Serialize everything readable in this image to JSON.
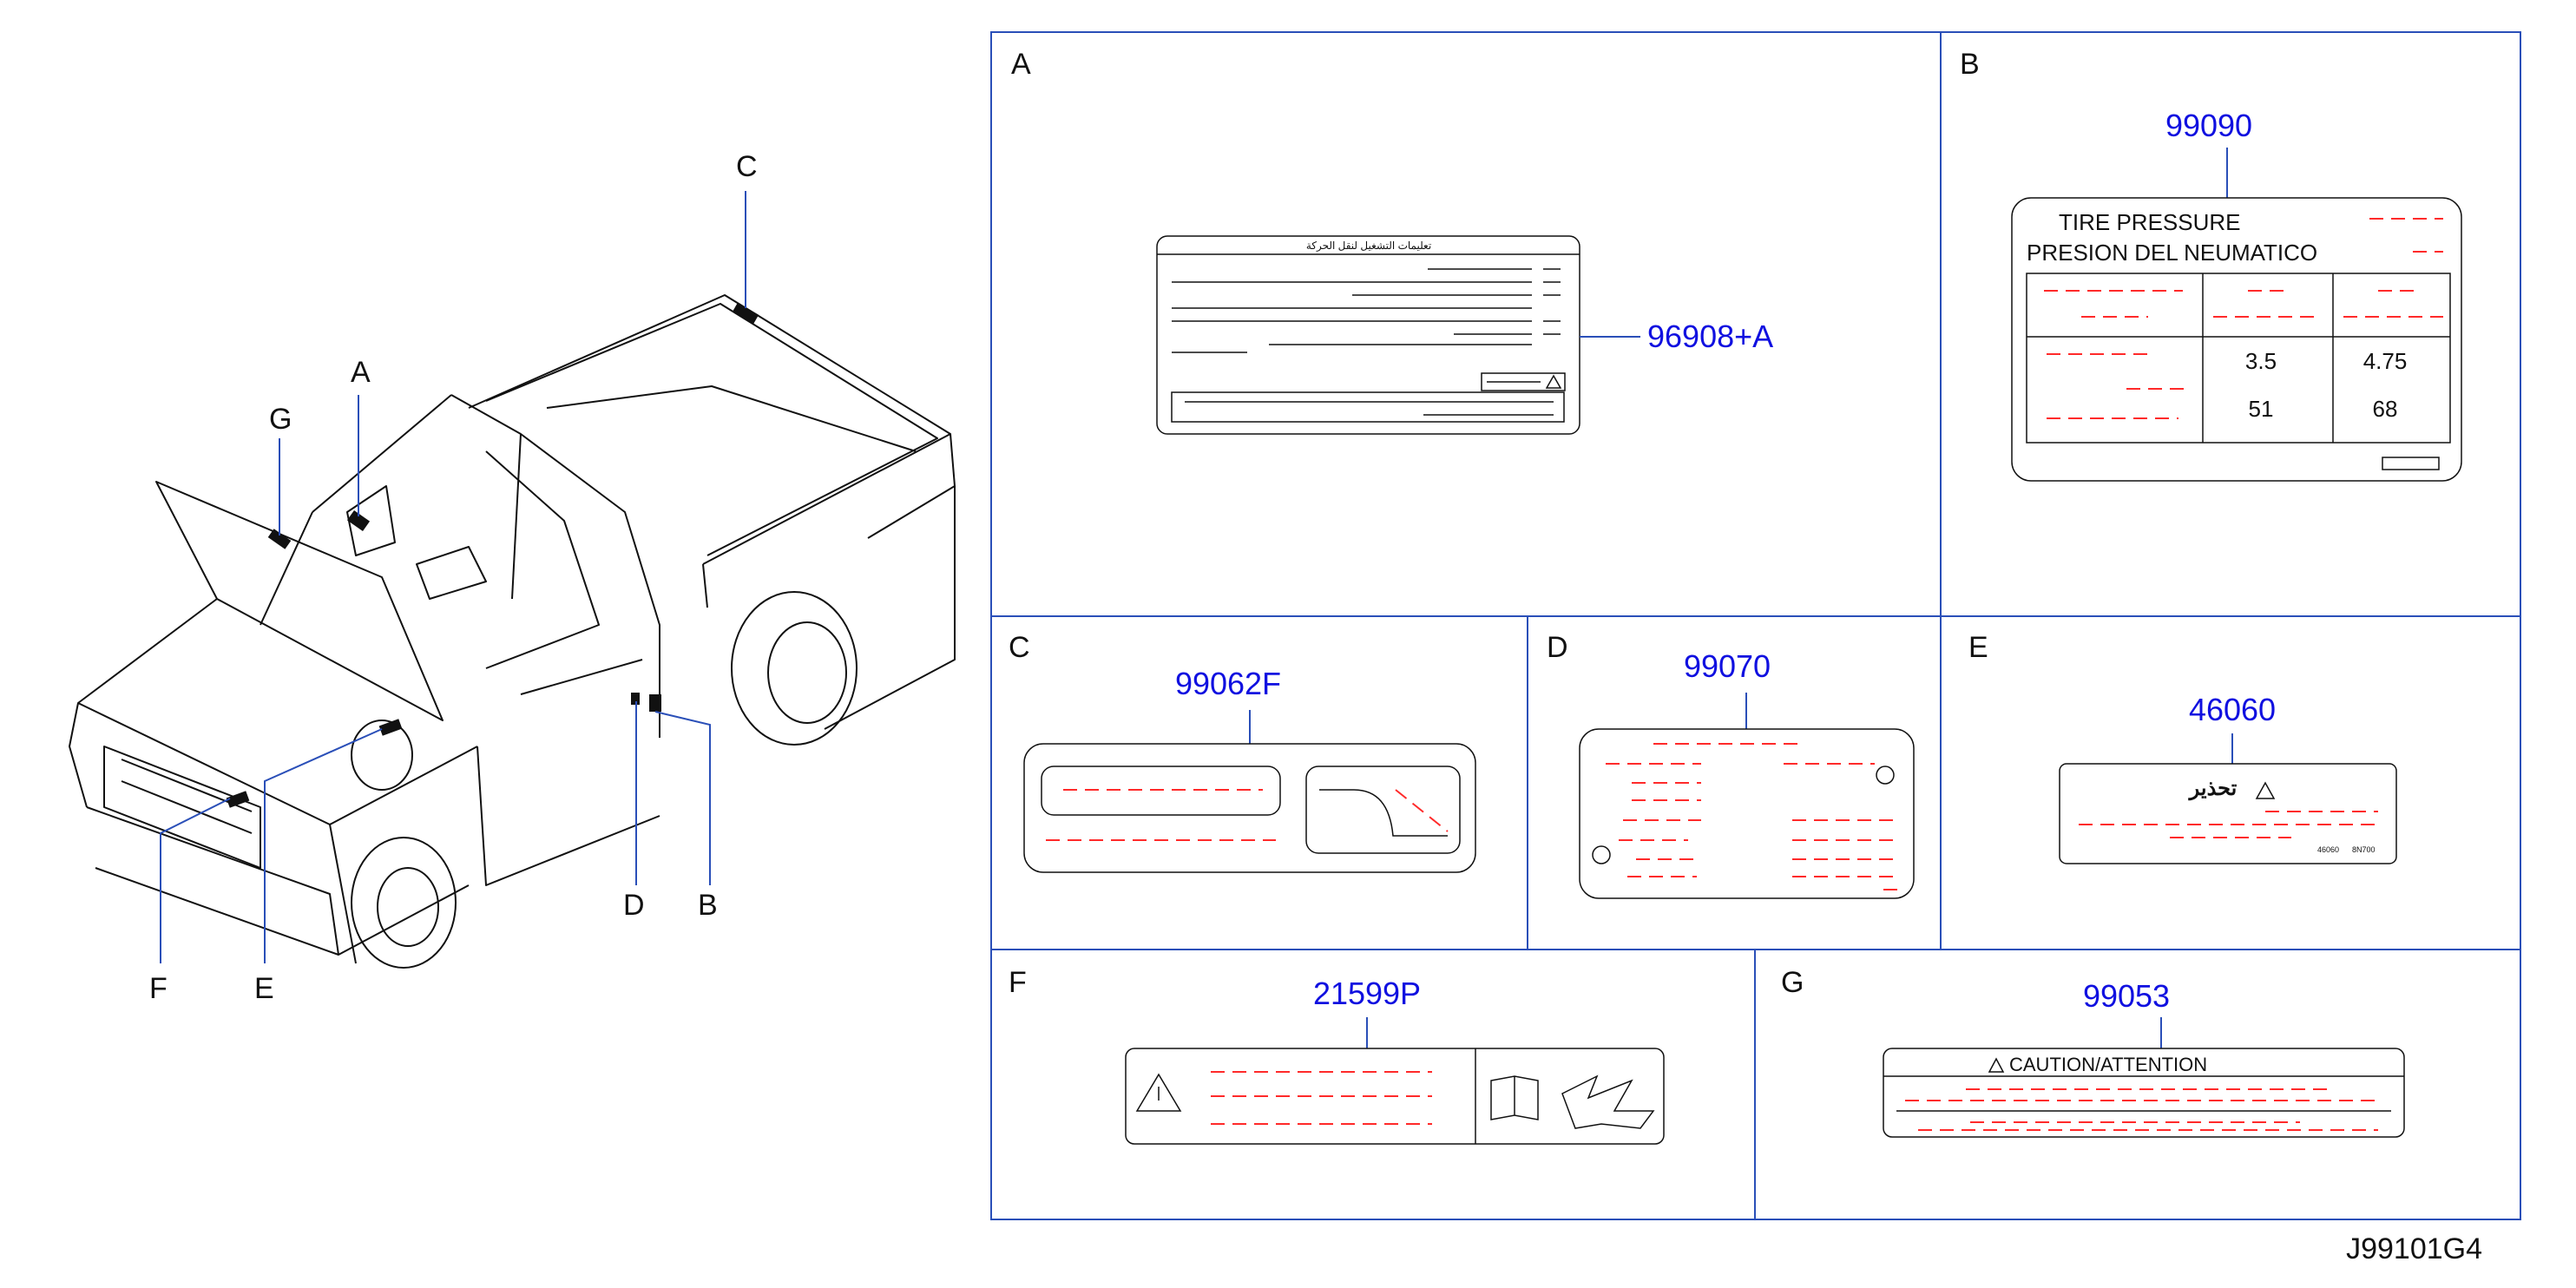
{
  "callouts": {
    "a": "A",
    "b": "B",
    "c": "C",
    "d": "D",
    "e": "E",
    "f": "F",
    "g": "G"
  },
  "panels": {
    "a": {
      "letter": "A",
      "part": "96908+A",
      "header": "تعليمات التشغيل لنقل الحركة"
    },
    "b": {
      "letter": "B",
      "part": "99090",
      "line1": "TIRE   PRESSURE",
      "line2": "PRESION   DEL   NEUMATICO",
      "values": [
        "3.5",
        "4.75",
        "51",
        "68"
      ]
    },
    "c": {
      "letter": "C",
      "part": "99062F"
    },
    "d": {
      "letter": "D",
      "part": "99070"
    },
    "e": {
      "letter": "E",
      "part": "46060",
      "warn": "تحذير",
      "small1": "46060",
      "small2": "8N700"
    },
    "f": {
      "letter": "F",
      "part": "21599P"
    },
    "g": {
      "letter": "G",
      "part": "99053",
      "caution": "CAUTION/ATTENTION"
    }
  },
  "figure_id": "J99101G4",
  "colors": {
    "part_number": "#1010e0",
    "leader": "#2a4fb8",
    "placeholder_text": "#ff2a2a"
  }
}
